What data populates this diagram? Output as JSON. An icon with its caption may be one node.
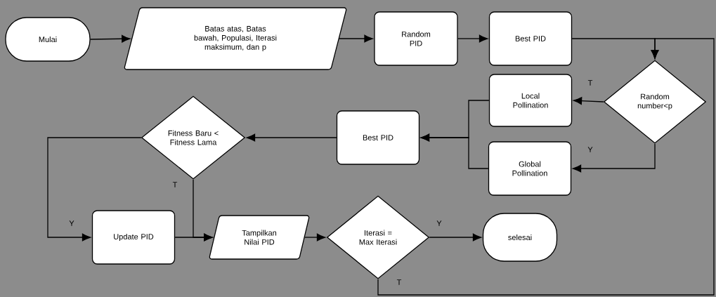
{
  "diagram": {
    "nodes": [
      {
        "text": [
          "Mulai"
        ]
      },
      {
        "text": [
          "Batas atas, Batas bawah, Populasi, Iterasi maksimum, dan p"
        ]
      },
      {
        "text": [
          "Random PID"
        ]
      },
      {
        "text": [
          "Best PID"
        ]
      },
      {
        "text": [
          "Random number<p"
        ]
      },
      {
        "text": [
          "Local Pollination"
        ]
      },
      {
        "text": [
          "Global Pollination"
        ]
      },
      {
        "text": [
          "Best PID"
        ]
      },
      {
        "text": [
          "Fitness Baru < Fitness Lama"
        ]
      },
      {
        "text": [
          "Update PID"
        ]
      },
      {
        "text": [
          "Tampilkan Nilai PID"
        ]
      },
      {
        "text": [
          "Iterasi = Max Iterasi"
        ]
      },
      {
        "text": [
          "selesai"
        ]
      }
    ],
    "edges": [
      {
        "from": 0,
        "to": 1,
        "arrow": "to"
      },
      {
        "from": 1,
        "to": 2,
        "arrow": "to"
      },
      {
        "from": 2,
        "to": 3,
        "arrow": "to"
      },
      {
        "from": 3,
        "to": 4,
        "arrow": "to"
      },
      {
        "from": 4,
        "to": 5,
        "arrow": "to",
        "label": "T"
      },
      {
        "from": 4,
        "to": 6,
        "arrow": "to",
        "label": "Y"
      },
      {
        "from": 5,
        "to": 7,
        "arrow": "to"
      },
      {
        "from": 6,
        "to": 7,
        "arrow": "to"
      },
      {
        "from": 7,
        "to": 8,
        "arrow": "to"
      },
      {
        "from": 8,
        "to": 9,
        "arrow": "to",
        "label": "Y"
      },
      {
        "from": 8,
        "to": 10,
        "arrow": "to",
        "label": "T"
      },
      {
        "from": 9,
        "to": 10,
        "arrow": "to"
      },
      {
        "from": 10,
        "to": 11,
        "arrow": "to"
      },
      {
        "from": 11,
        "to": 12,
        "arrow": "to",
        "label": "Y"
      },
      {
        "from": 11,
        "to": 4,
        "arrow": "to",
        "label": "T"
      }
    ]
  }
}
